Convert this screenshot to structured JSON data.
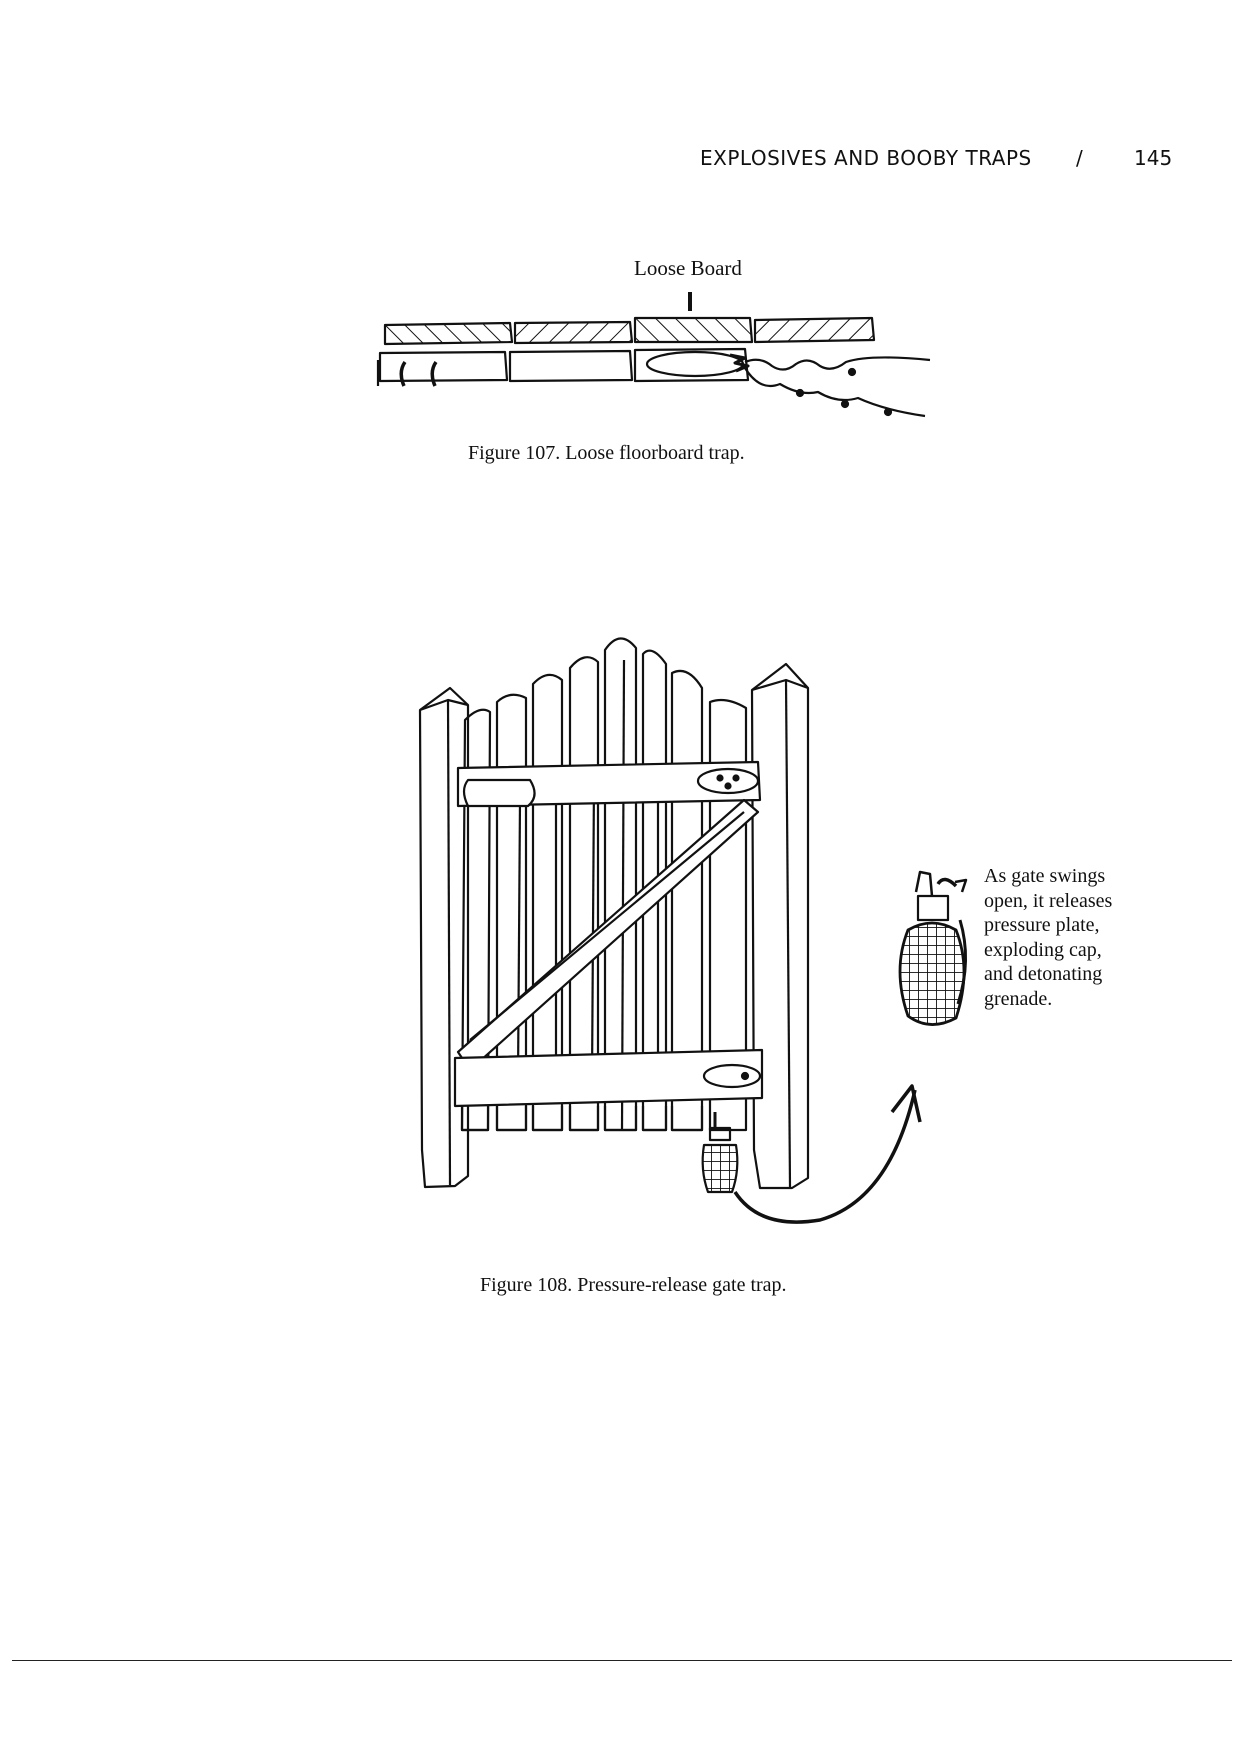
{
  "header": {
    "running_title": "EXPLOSIVES AND BOOBY TRAPS",
    "separator": "/",
    "page_number": "145"
  },
  "figure_107": {
    "label": "Loose Board",
    "caption": "Figure 107. Loose floorboard trap."
  },
  "figure_108": {
    "caption": "Figure 108. Pressure-release gate trap.",
    "note_lines": [
      "As gate swings",
      "open, it releases",
      "pressure plate,",
      "exploding cap,",
      "and detonating",
      "grenade."
    ]
  },
  "colors": {
    "ink": "#111111",
    "paper": "#ffffff"
  }
}
